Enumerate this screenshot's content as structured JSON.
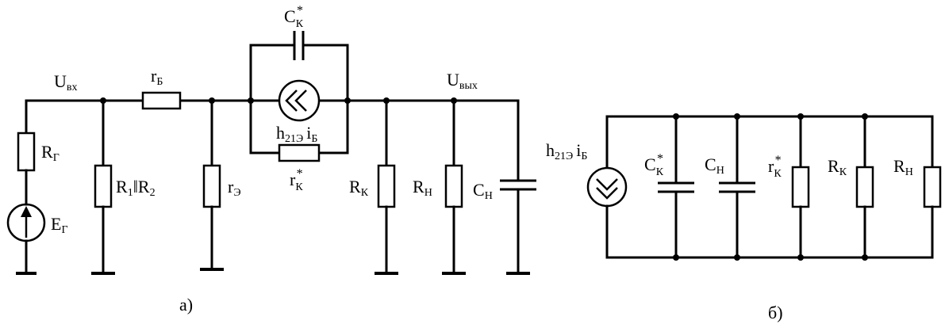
{
  "diagram_a": {
    "caption": "а)",
    "U_in": {
      "main": "U",
      "sub": "вх"
    },
    "U_out": {
      "main": "U",
      "sub": "вых"
    },
    "r_B": {
      "main": "r",
      "sub": "Б"
    },
    "C_K_star": {
      "main": "C",
      "sub": "К",
      "sup": "*"
    },
    "h21e_iB": {
      "main": "h",
      "sub": "21Э",
      "tail": "i",
      "tail_sub": "Б"
    },
    "r_K_star": {
      "main": "r",
      "sub": "К",
      "sup": "*"
    },
    "R_G": {
      "main": "R",
      "sub": "Г"
    },
    "E_G": {
      "main": "E",
      "sub": "Г"
    },
    "R1R2": {
      "main": "R",
      "sub1": "1",
      "sep": "ǁ",
      "main2": "R",
      "sub2": "2"
    },
    "r_E": {
      "main": "r",
      "sub": "Э"
    },
    "R_K": {
      "main": "R",
      "sub": "К"
    },
    "R_N": {
      "main": "R",
      "sub": "Н"
    },
    "C_N": {
      "main": "C",
      "sub": "Н"
    }
  },
  "diagram_b": {
    "caption": "б)",
    "h21e_iB": {
      "main": "h",
      "sub": "21Э",
      "tail": "i",
      "tail_sub": "Б"
    },
    "C_K_star": {
      "main": "C",
      "sub": "К",
      "sup": "*"
    },
    "C_N": {
      "main": "C",
      "sub": "Н"
    },
    "r_K_star": {
      "main": "r",
      "sub": "К",
      "sup": "*"
    },
    "R_K": {
      "main": "R",
      "sub": "К"
    },
    "R_N": {
      "main": "R",
      "sub": "Н"
    }
  }
}
